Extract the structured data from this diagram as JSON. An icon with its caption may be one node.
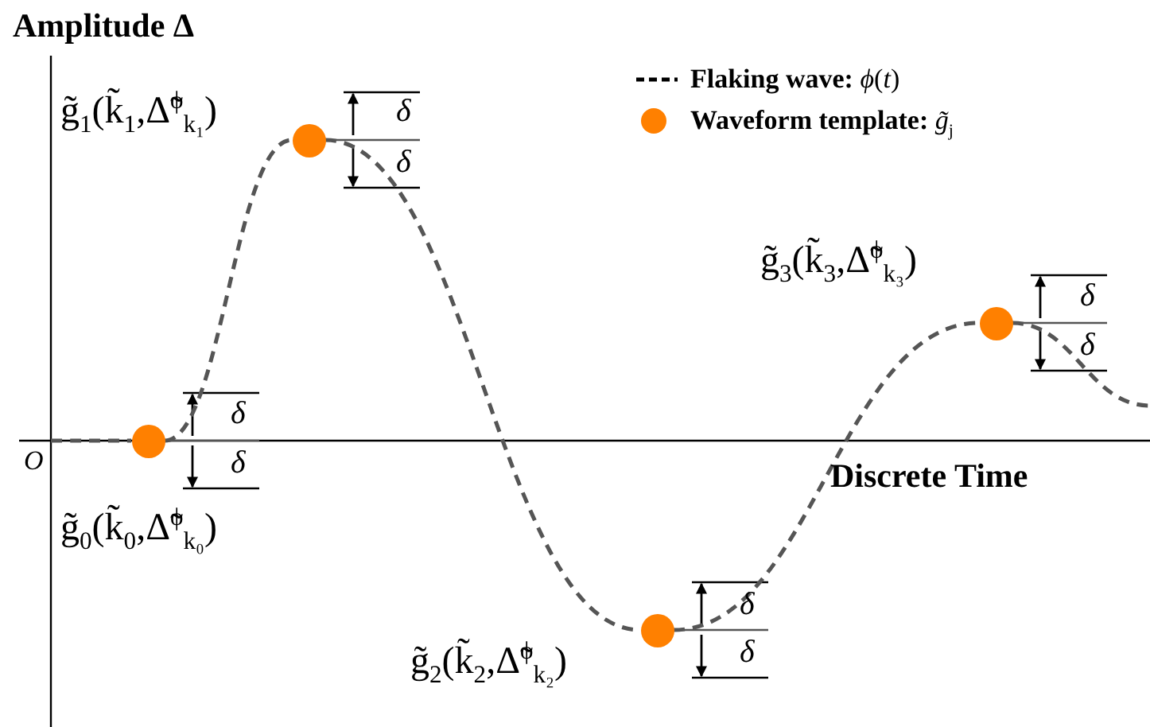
{
  "diagram": {
    "nodes": [
      {
        "text": [],
        "shape": "circle",
        "beside": [
          "g̃$_{0}$(k̃$_{0}$,Δ̃$^{ϕ}$$_{k₀}$)"
        ]
      },
      {
        "text": [],
        "shape": "circle",
        "beside": [
          "g̃$_{1}$(k̃$_{1}$,Δ̃$^{ϕ}$$_{k₁}$)"
        ]
      },
      {
        "text": [],
        "shape": "circle",
        "beside": [
          "g̃$_{2}$(k̃$_{2}$,Δ̃$^{ϕ}$$_{k₂}$)"
        ]
      },
      {
        "text": [],
        "shape": "circle",
        "beside": [
          "g̃$_{3}$(k̃$_{3}$,Δ̃$^{ϕ}$$_{k₃}$)"
        ]
      }
    ],
    "edges": [
      {
        "from": null,
        "to": 0,
        "arrow": "none",
        "style": "dashed"
      },
      {
        "from": 0,
        "to": 1,
        "arrow": "none",
        "style": "dashed"
      },
      {
        "from": 1,
        "to": 2,
        "arrow": "none",
        "style": "dashed"
      },
      {
        "from": 2,
        "to": 3,
        "arrow": "none",
        "style": "dashed"
      },
      {
        "from": 3,
        "to": null,
        "arrow": "none",
        "style": "dashed"
      }
    ],
    "labels": [
      "Amplitude Δ",
      "δ",
      "δ",
      "δ",
      "δ",
      "δ",
      "O",
      "δ",
      "Discrete Time",
      "δ",
      "δ"
    ],
    "legend": [
      {
        "text": "**Flaking wave:** *ϕ*(*t*)"
      },
      {
        "text": "**Waveform template:** *g̃*$_{j}$",
        "color": "#ff8000"
      }
    ]
  }
}
